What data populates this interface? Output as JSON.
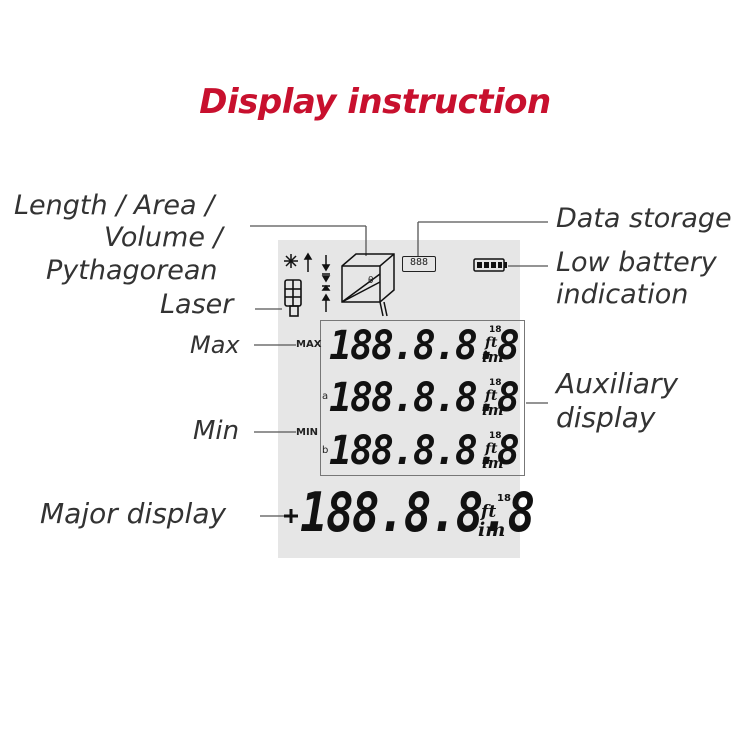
{
  "title": "Display instruction",
  "labels": {
    "length_area_line1": "Length / Area /",
    "length_area_line2": "Volume /",
    "length_area_line3": "Pythagorean",
    "laser": "Laser",
    "max": "Max",
    "min": "Min",
    "major_display": "Major display",
    "data_storage": "Data storage",
    "low_battery_line1": "Low battery",
    "low_battery_line2": "indication",
    "auxiliary_line1": "Auxiliary",
    "auxiliary_line2": "display"
  },
  "lcd": {
    "digits": "188.8.8.8",
    "digits_major": "88.8.8.8",
    "major_prefix": "+1",
    "aux_prefix": "1",
    "row_a_tag": "a",
    "row_b_tag": "b",
    "max_tag": "MAX",
    "min_tag": "MIN",
    "unit_ft": "ft",
    "unit_m": "m",
    "unit_i": "i",
    "unit_frac": "18",
    "storage_value": "888",
    "theta": "θ"
  },
  "colors": {
    "title": "#c8102e",
    "text": "#333333",
    "lcd_bg": "#e6e6e6"
  }
}
